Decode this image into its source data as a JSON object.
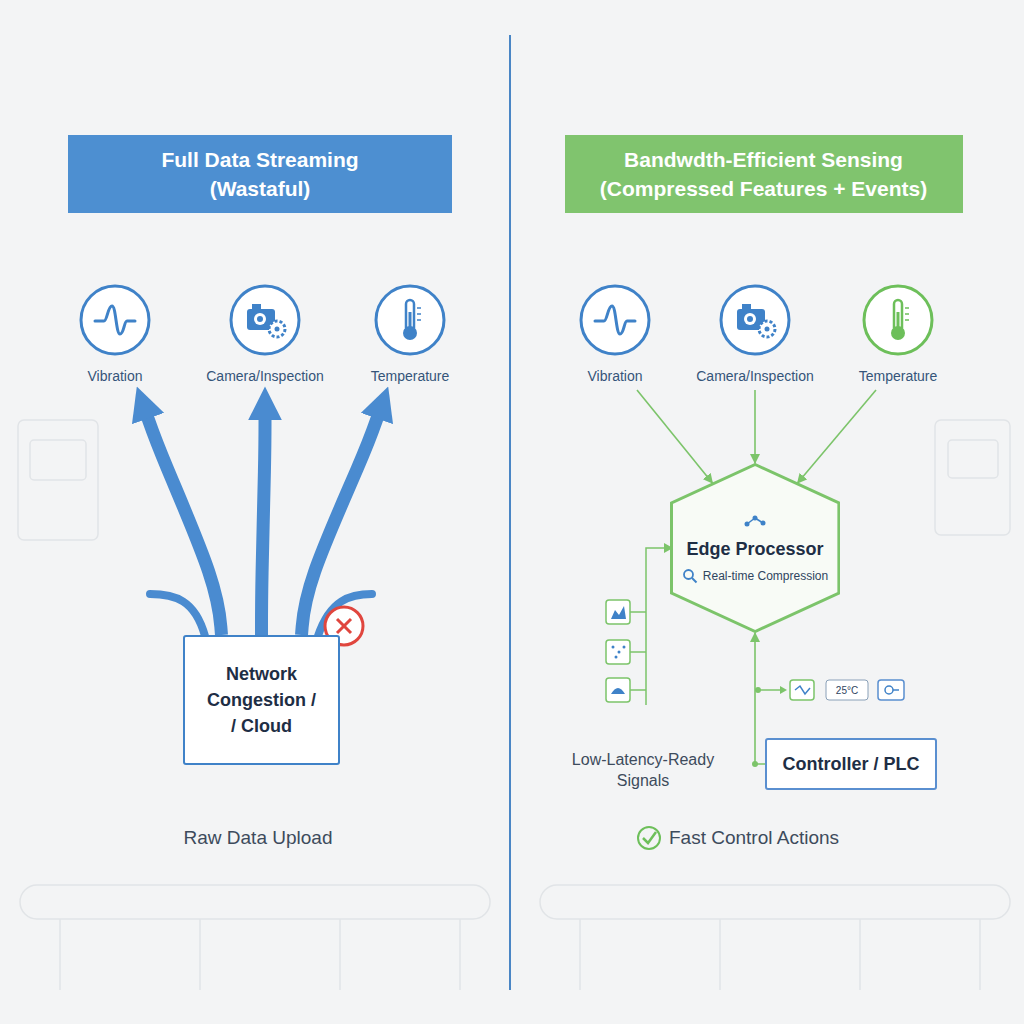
{
  "diagram": {
    "nodes": [
      {
        "text": [
          "Full Data Streaming (Wastaful)"
        ]
      },
      {
        "text": [
          "Vibration"
        ]
      },
      {
        "text": [
          "Camera/Inspection"
        ]
      },
      {
        "text": [
          "Temperature"
        ]
      },
      {
        "text": [
          "Network Congestion / / Cloud"
        ]
      },
      {
        "text": [
          "Bandwdth-Efficient Sensing (Compressed Features + Events)"
        ]
      },
      {
        "text": [
          "Vibration"
        ]
      },
      {
        "text": [
          "Camera/Inspection"
        ]
      },
      {
        "text": [
          "Temperature"
        ]
      },
      {
        "text": [
          "Edge Processor",
          "Real-time Compression"
        ]
      },
      {
        "text": [
          "Controller / PLC"
        ]
      }
    ],
    "edges": [
      {
        "from": 4,
        "to": 1,
        "arrow": "to"
      },
      {
        "from": 4,
        "to": 2,
        "arrow": "to"
      },
      {
        "from": 4,
        "to": 3,
        "arrow": "to"
      },
      {
        "from": 6,
        "to": 9,
        "arrow": "to"
      },
      {
        "from": 7,
        "to": 9,
        "arrow": "to"
      },
      {
        "from": 8,
        "to": 9,
        "arrow": "to"
      },
      {
        "from": 10,
        "to": 9,
        "arrow": "to"
      }
    ],
    "labels": [
      "Raw Data Upload",
      "Low-Latency-Ready Signals",
      "25°C",
      "Fast Control Actions"
    ]
  }
}
